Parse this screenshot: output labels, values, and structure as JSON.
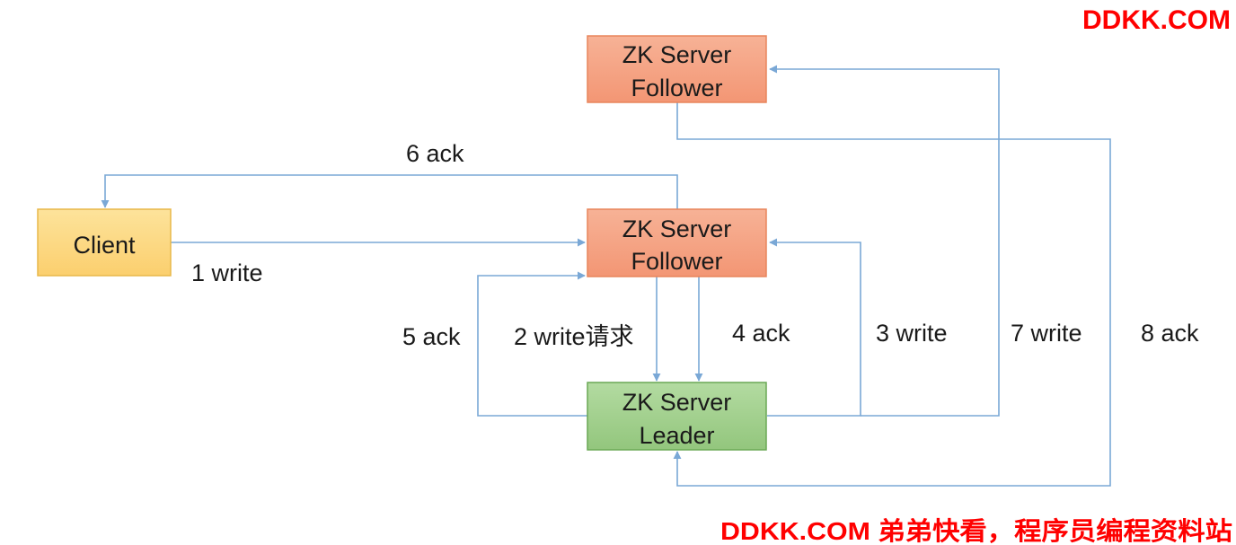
{
  "watermark": {
    "top": "DDKK.COM",
    "bottom": "DDKK.COM 弟弟快看，程序员编程资料站",
    "color": "#ff0000"
  },
  "nodes": {
    "client": {
      "label": "Client",
      "fill": "#fcd680",
      "stroke": "#e8b84a"
    },
    "follower_top": {
      "line1": "ZK Server",
      "line2": "Follower",
      "fill": "#f5a080",
      "stroke": "#e8855c"
    },
    "follower_mid": {
      "line1": "ZK Server",
      "line2": "Follower",
      "fill": "#f5a080",
      "stroke": "#e8855c"
    },
    "leader": {
      "line1": "ZK Server",
      "line2": "Leader",
      "fill": "#9fd08a",
      "stroke": "#6aa855"
    }
  },
  "edges": {
    "e1": "1 write",
    "e2": "2 write请求",
    "e3": "3 write",
    "e4": "4 ack",
    "e5": "5 ack",
    "e6": "6 ack",
    "e7": "7 write",
    "e8": "8 ack"
  },
  "colors": {
    "edge": "#7aa8d6"
  }
}
